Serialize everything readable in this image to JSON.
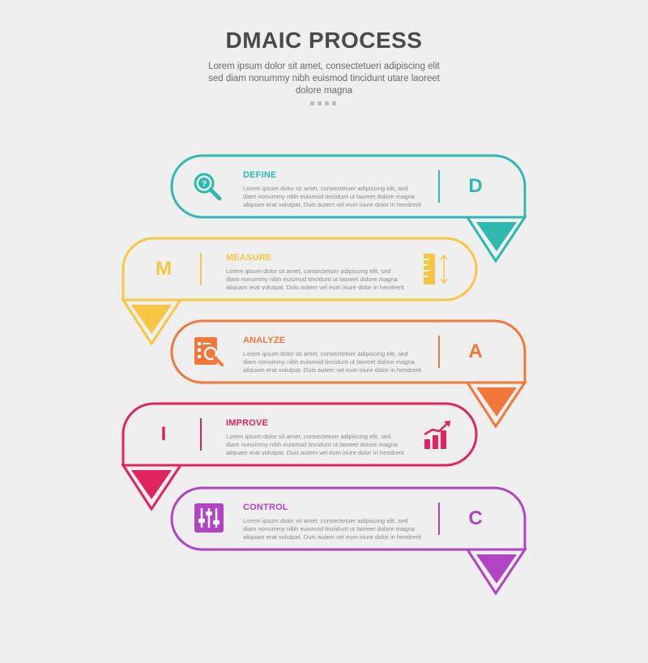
{
  "header": {
    "title": "DMAIC PROCESS",
    "subtitle": "Lorem ipsum dolor sit amet, consectetueri adipiscing elit sed diam nonummy nibh euismod tincidunt utare laoreet dolore magna"
  },
  "steps": [
    {
      "letter": "D",
      "title": "DEFINE",
      "body": "Lorem ipsum dolor sit amet, consectetuer adipiscing elit, sed diam nonummy nibh euismod tincidunt ut laoreet dolore magna aliquam erat volutpat. Duis autem vel eum iriure dolor in hendrerit",
      "color": "#2fb8b0",
      "icon": "magnifier-question-icon",
      "side": "right"
    },
    {
      "letter": "M",
      "title": "MEASURE",
      "body": "Lorem ipsum dolor sit amet, consectetuer adipiscing elit, sed diam nonummy nibh euismod tincidunt ut laoreet dolore magna aliquam erat volutpat. Duis autem vel eum iriure dolor in hendrerit",
      "color": "#f7c744",
      "icon": "ruler-measure-icon",
      "side": "left"
    },
    {
      "letter": "A",
      "title": "ANALYZE",
      "body": "Lorem ipsum dolor sit amet, consectetuer adipiscing elit, sed diam nonummy nibh euismod tincidunt ut laoreet dolore magna aliquam erat volutpat. Duis autem vel eum iriure dolor in hendrerit",
      "color": "#f2773a",
      "icon": "document-analysis-icon",
      "side": "right"
    },
    {
      "letter": "I",
      "title": "IMPROVE",
      "body": "Lorem ipsum dolor sit amet, consectetuer adipiscing elit, sed diam nonummy nibh euismod tincidunt ut laoreet dolore magna aliquam erat volutpat. Duis autem vel eum iriure dolor in hendrerit",
      "color": "#e0245e",
      "icon": "growth-chart-icon",
      "side": "left"
    },
    {
      "letter": "C",
      "title": "CONTROL",
      "body": "Lorem ipsum dolor sit amet, consectetuer adipiscing elit, sed diam nonummy nibh euismod tincidunt ut laoreet dolore magna aliquam erat volutpat. Duis autem vel eum iriure dolor in hendrerit",
      "color": "#b044c4",
      "icon": "control-sliders-icon",
      "side": "right"
    }
  ]
}
